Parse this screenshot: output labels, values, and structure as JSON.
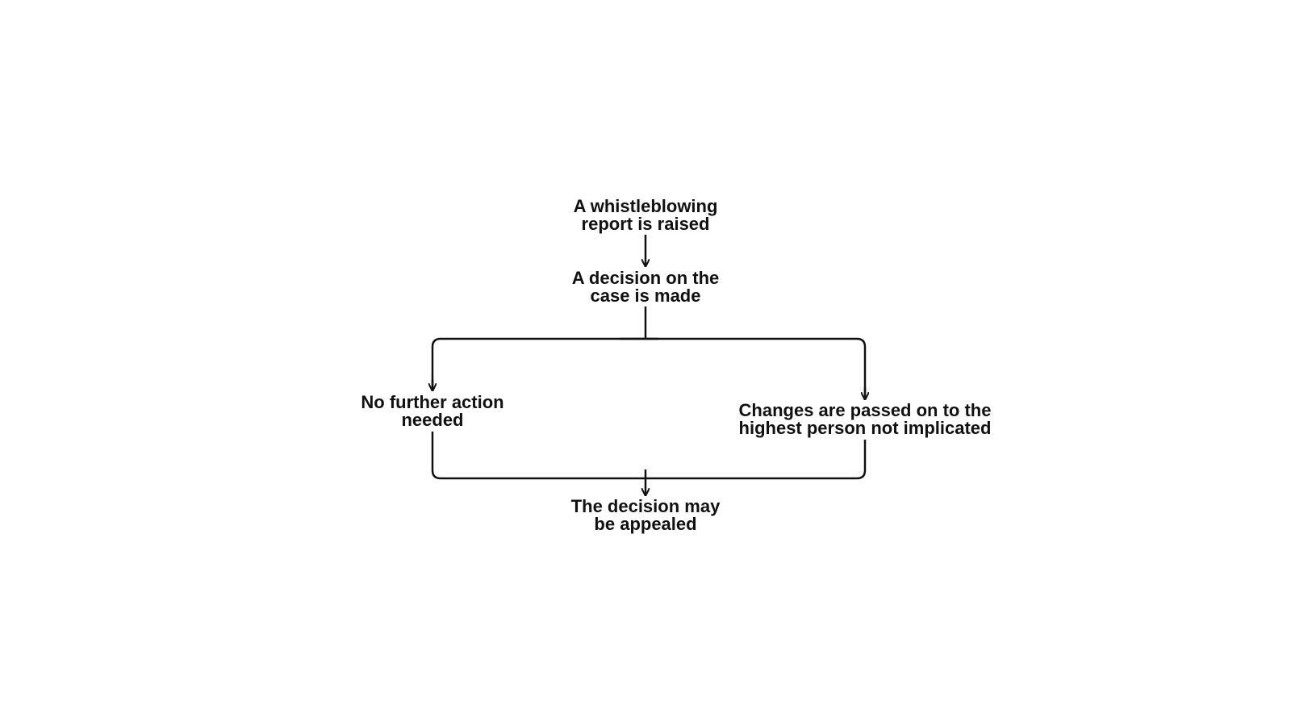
{
  "diagram": {
    "type": "flowchart",
    "colors": {
      "line": "#111111",
      "text": "#111111",
      "background": "#ffffff"
    },
    "nodes": {
      "report_raised": {
        "lines": [
          "A whistleblowing",
          "report is raised"
        ]
      },
      "decision_made": {
        "lines": [
          "A decision on the",
          "case is made"
        ]
      },
      "no_action": {
        "lines": [
          "No further action",
          "needed"
        ]
      },
      "changes_passed": {
        "lines": [
          "Changes are passed on to the",
          "highest person not implicated"
        ]
      },
      "may_be_appealed": {
        "lines": [
          "The decision may",
          "be appealed"
        ]
      }
    },
    "edges": [
      {
        "from": "report_raised",
        "to": "decision_made"
      },
      {
        "from": "decision_made",
        "to": "no_action"
      },
      {
        "from": "decision_made",
        "to": "changes_passed"
      },
      {
        "from": "no_action",
        "to": "may_be_appealed"
      },
      {
        "from": "changes_passed",
        "to": "may_be_appealed"
      }
    ]
  }
}
